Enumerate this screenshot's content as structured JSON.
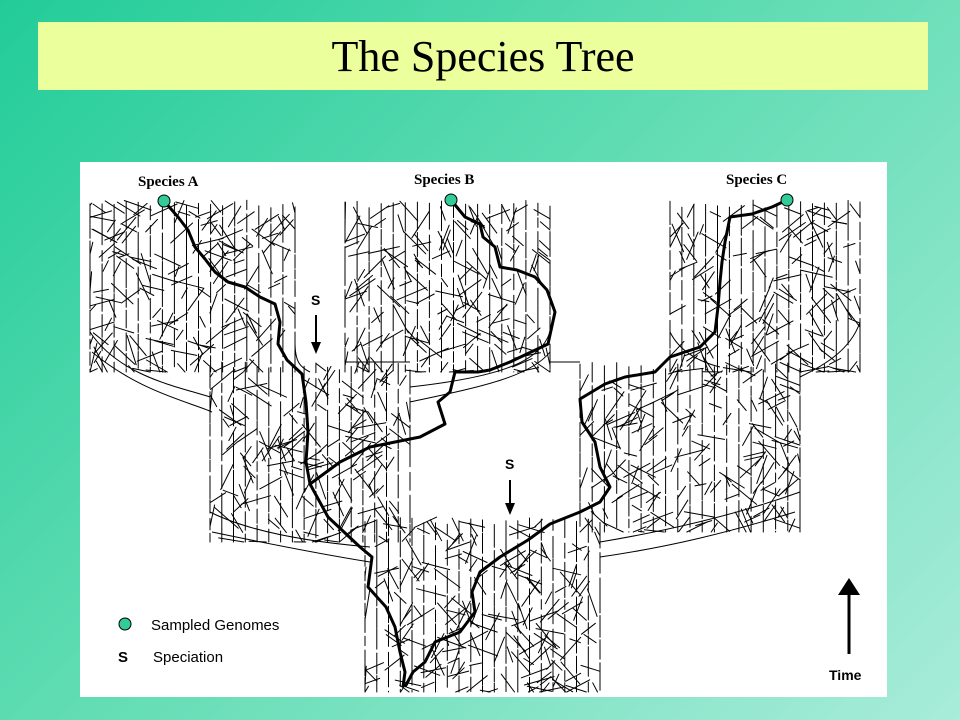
{
  "title": "The Species Tree",
  "species": [
    {
      "label": "Species A"
    },
    {
      "label": "Species B"
    },
    {
      "label": "Species C"
    }
  ],
  "speciation_marker": "S",
  "legend": {
    "sampled_genomes": "Sampled Genomes",
    "speciation_symbol": "S",
    "speciation": "Speciation"
  },
  "time_label": "Time",
  "colors": {
    "background": "#22cc99",
    "title_banner": "#ebff9c",
    "genome_marker": "#33cc99",
    "lines": "#000000"
  },
  "icons": {
    "genome_marker": "circle",
    "time_arrow": "arrow-up"
  }
}
